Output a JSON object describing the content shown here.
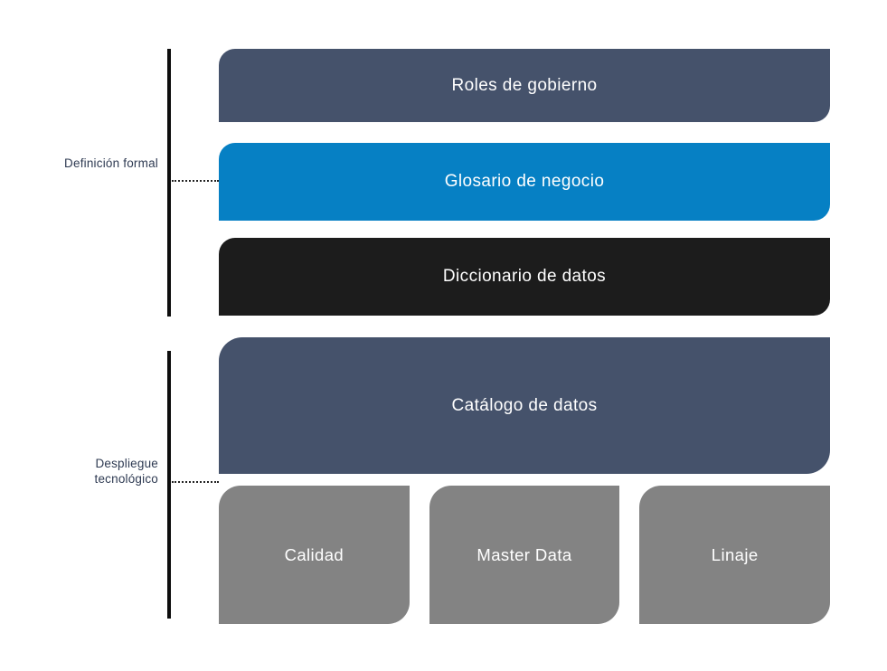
{
  "colors": {
    "slate": "#45526B",
    "blue": "#0680C4",
    "black": "#1C1C1C",
    "gray": "#838383",
    "label_text": "#2E3A52",
    "bar": "#0D0D0D"
  },
  "groups": {
    "formal": {
      "label": "Definición formal",
      "boxes": {
        "roles": {
          "label": "Roles de gobierno"
        },
        "glosario": {
          "label": "Glosario de negocio"
        },
        "diccionario": {
          "label": "Diccionario de datos"
        }
      }
    },
    "tech": {
      "label": "Despliegue tecnológico",
      "label_lines": [
        "Despliegue",
        "tecnológico"
      ],
      "boxes": {
        "catalogo": {
          "label": "Catálogo de datos"
        },
        "calidad": {
          "label": "Calidad"
        },
        "master_data": {
          "label": "Master Data"
        },
        "linaje": {
          "label": "Linaje"
        }
      }
    }
  }
}
